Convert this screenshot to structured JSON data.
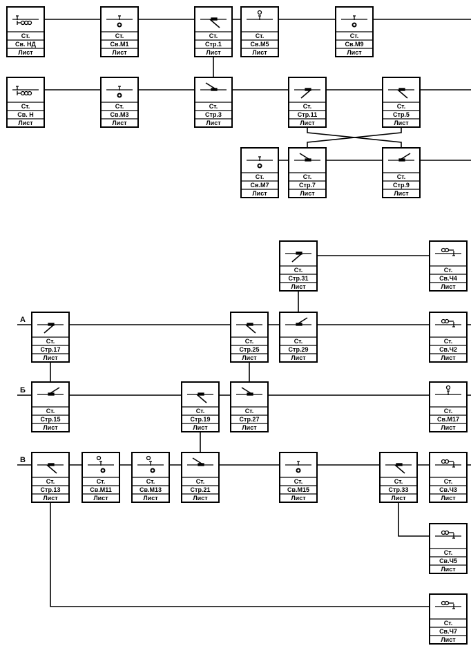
{
  "row_text": {
    "top": "Ст.",
    "bottom": "Лист"
  },
  "track_labels": [
    "А",
    "Б",
    "В"
  ],
  "colors": {
    "line": "#000000",
    "background": "#ffffff"
  },
  "boxes": [
    {
      "id": "nd",
      "name": "Св. НД",
      "symbol": "entry-signal-icon"
    },
    {
      "id": "m1",
      "name": "Св.М1",
      "symbol": "shunt-signal-down-icon"
    },
    {
      "id": "s1",
      "name": "Стр.1",
      "symbol": "switch-down-right-icon"
    },
    {
      "id": "m5",
      "name": "Св.М5",
      "symbol": "shunt-signal-up-icon"
    },
    {
      "id": "m9",
      "name": "Св.М9",
      "symbol": "shunt-signal-down-icon"
    },
    {
      "id": "n",
      "name": "Св. Н",
      "symbol": "entry-signal-icon"
    },
    {
      "id": "m3",
      "name": "Св.М3",
      "symbol": "shunt-signal-down-icon"
    },
    {
      "id": "s3",
      "name": "Стр.3",
      "symbol": "switch-up-left-icon"
    },
    {
      "id": "s11",
      "name": "Стр.11",
      "symbol": "switch-down-left-icon"
    },
    {
      "id": "s5",
      "name": "Стр.5",
      "symbol": "switch-down-right-icon"
    },
    {
      "id": "m7",
      "name": "Св.М7",
      "symbol": "shunt-signal-down-icon"
    },
    {
      "id": "s7",
      "name": "Стр.7",
      "symbol": "switch-up-left-icon"
    },
    {
      "id": "s9",
      "name": "Стр.9",
      "symbol": "switch-up-right-icon"
    },
    {
      "id": "s31",
      "name": "Стр.31",
      "symbol": "switch-down-left-icon"
    },
    {
      "id": "ch4",
      "name": "Св.Ч4",
      "symbol": "exit-signal-icon"
    },
    {
      "id": "s17",
      "name": "Стр.17",
      "symbol": "switch-down-left-icon"
    },
    {
      "id": "s25",
      "name": "Стр.25",
      "symbol": "switch-down-right-icon"
    },
    {
      "id": "s29",
      "name": "Стр.29",
      "symbol": "switch-up-right-icon"
    },
    {
      "id": "ch2",
      "name": "Св.Ч2",
      "symbol": "exit-signal-icon"
    },
    {
      "id": "s15",
      "name": "Стр.15",
      "symbol": "switch-up-right-icon"
    },
    {
      "id": "s19",
      "name": "Стр.19",
      "symbol": "switch-down-right-icon"
    },
    {
      "id": "s27",
      "name": "Стр.27",
      "symbol": "switch-up-left-icon"
    },
    {
      "id": "m17",
      "name": "Св.М17",
      "symbol": "shunt-signal-up-icon"
    },
    {
      "id": "s13",
      "name": "Стр.13",
      "symbol": "switch-down-right-icon"
    },
    {
      "id": "m11",
      "name": "Св.М11",
      "symbol": "shunt-signal-both-icon"
    },
    {
      "id": "m13",
      "name": "Св.М13",
      "symbol": "shunt-signal-both-icon"
    },
    {
      "id": "s21",
      "name": "Стр.21",
      "symbol": "switch-up-left-icon"
    },
    {
      "id": "m15",
      "name": "Св.М15",
      "symbol": "shunt-signal-down-icon"
    },
    {
      "id": "s33",
      "name": "Стр.33",
      "symbol": "switch-down-right-icon"
    },
    {
      "id": "ch3",
      "name": "Св.Ч3",
      "symbol": "exit-signal-icon"
    },
    {
      "id": "ch5",
      "name": "Св.Ч5",
      "symbol": "exit-signal-icon"
    },
    {
      "id": "ch7",
      "name": "Св.Ч7",
      "symbol": "exit-signal-icon"
    }
  ]
}
